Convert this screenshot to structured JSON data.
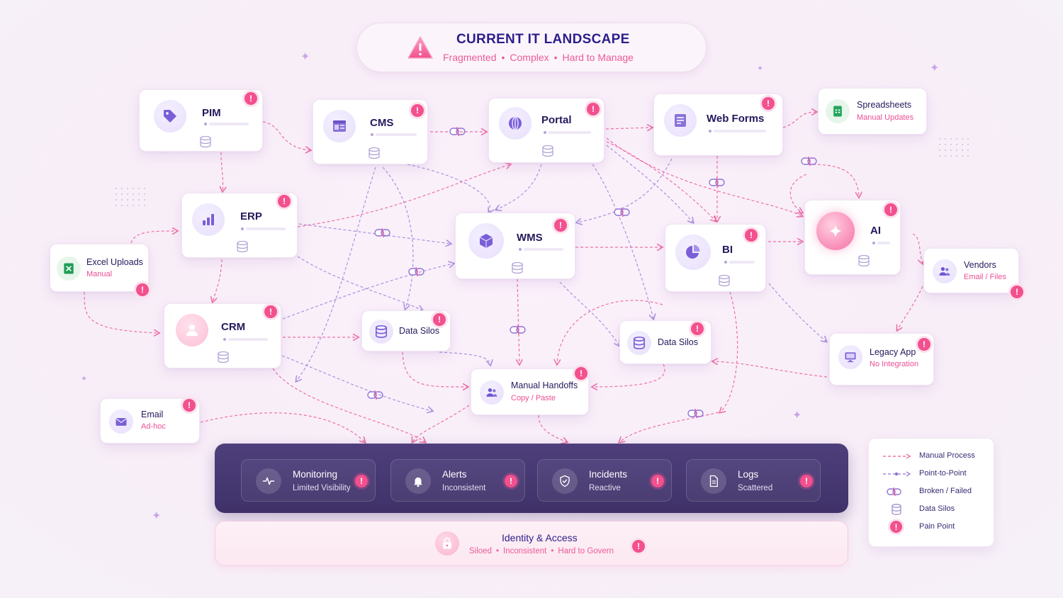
{
  "header": {
    "title": "CURRENT IT LANDSCAPE",
    "tags": [
      "Fragmented",
      "Complex",
      "Hard to Manage"
    ]
  },
  "systems": {
    "pim": {
      "label": "PIM"
    },
    "cms": {
      "label": "CMS"
    },
    "portal": {
      "label": "Portal"
    },
    "webforms": {
      "label": "Web Forms"
    },
    "spreadsheets": {
      "label": "Spreadsheets",
      "sub": "Manual Updates"
    },
    "erp": {
      "label": "ERP"
    },
    "wms": {
      "label": "WMS"
    },
    "bi": {
      "label": "BI"
    },
    "ai": {
      "label": "AI"
    },
    "excel": {
      "label": "Excel Uploads",
      "sub": "Manual"
    },
    "vendors": {
      "label": "Vendors",
      "sub": "Email / Files"
    },
    "crm": {
      "label": "CRM"
    },
    "silos1": {
      "label": "Data Silos"
    },
    "silos2": {
      "label": "Data Silos"
    },
    "legacy": {
      "label": "Legacy App",
      "sub": "No Integration"
    },
    "handoffs": {
      "label": "Manual Handoffs",
      "sub": "Copy / Paste"
    },
    "email": {
      "label": "Email",
      "sub": "Ad-hoc"
    }
  },
  "operations": [
    {
      "title": "Monitoring",
      "sub": "Limited Visibility",
      "icon": "pulse-icon"
    },
    {
      "title": "Alerts",
      "sub": "Inconsistent",
      "icon": "bell-icon"
    },
    {
      "title": "Incidents",
      "sub": "Reactive",
      "icon": "shield-icon"
    },
    {
      "title": "Logs",
      "sub": "Scattered",
      "icon": "document-icon"
    }
  ],
  "identity": {
    "title": "Identity & Access",
    "tags": [
      "Siloed",
      "Inconsistent",
      "Hard to Govern"
    ]
  },
  "legend": [
    {
      "label": "Manual Process",
      "symbol": "pink-dashed-line"
    },
    {
      "label": "Point-to-Point",
      "symbol": "purple-dashed-line"
    },
    {
      "label": "Broken / Failed",
      "symbol": "broken-link-icon"
    },
    {
      "label": "Data Silos",
      "symbol": "database-icon"
    },
    {
      "label": "Pain Point",
      "symbol": "pain-point-icon"
    }
  ],
  "pain_glyph": "!",
  "colors": {
    "manual": "#ec5a98",
    "point_to_point": "#8f72d6",
    "pain": "#f2508e",
    "ops_bar": "#463870",
    "title": "#2d1d8a"
  }
}
